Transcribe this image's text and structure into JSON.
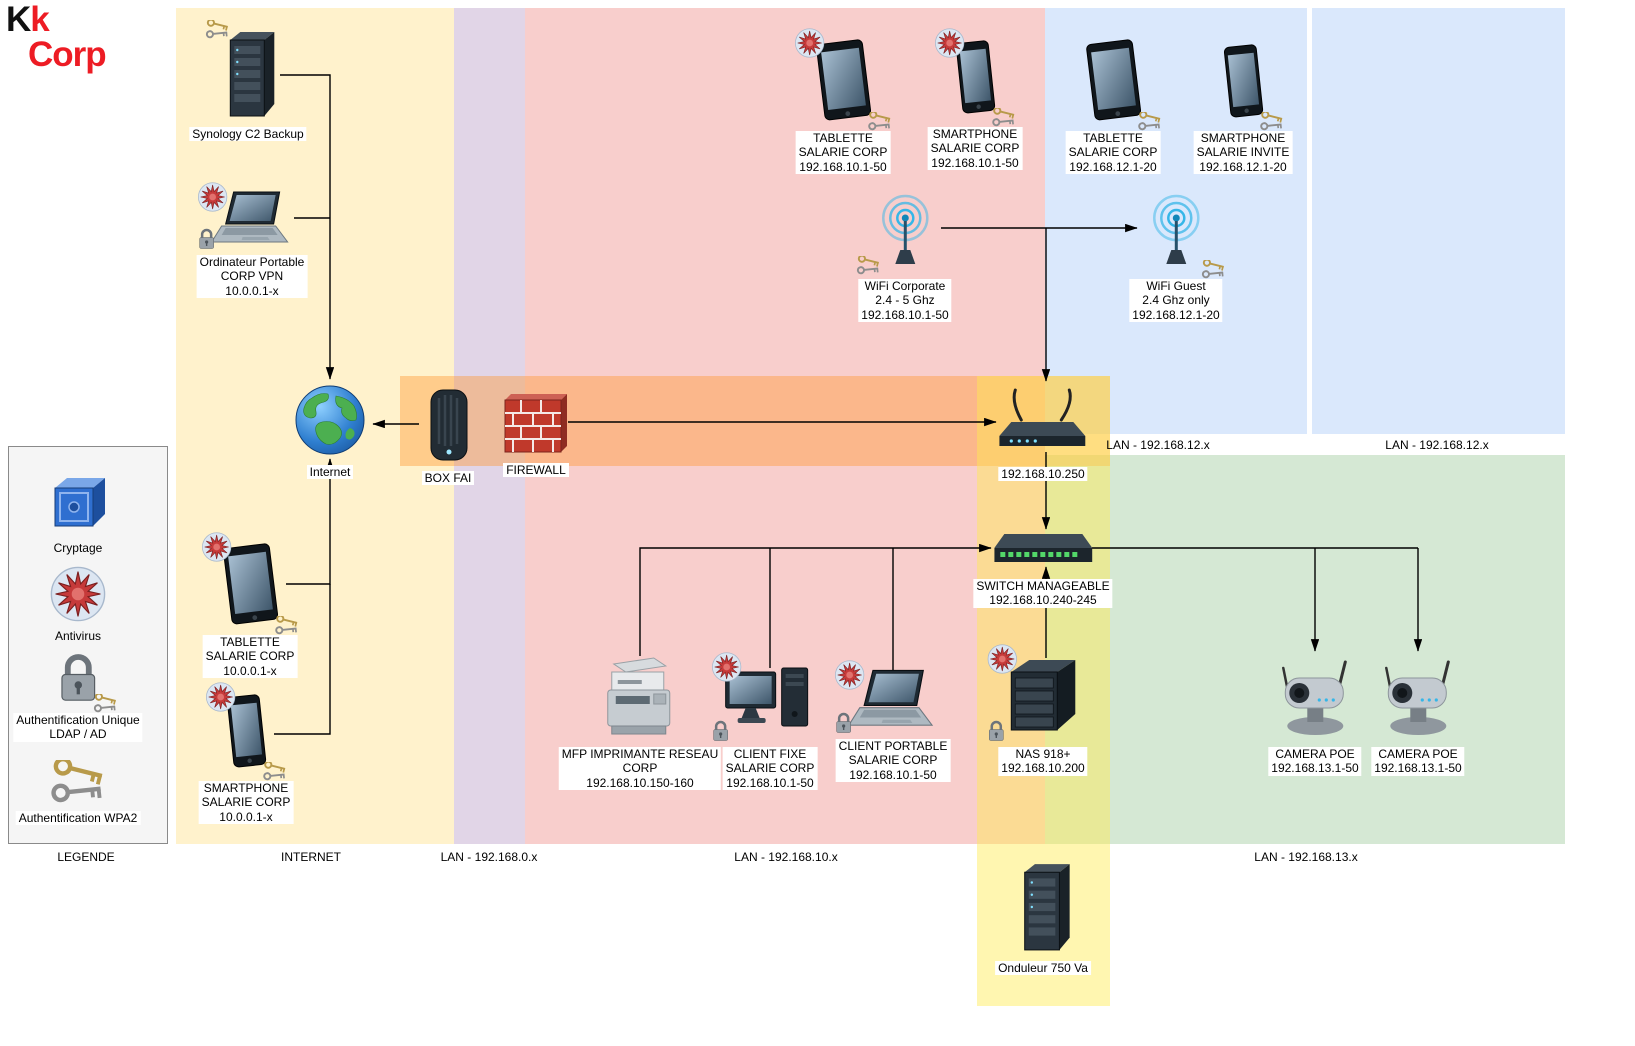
{
  "logo": {
    "k1": "K",
    "k2": "k",
    "corp": "Corp"
  },
  "zones": {
    "legend": {
      "label": "LEGENDE"
    },
    "internet": {
      "label": "INTERNET"
    },
    "lan0": {
      "label": "LAN - 192.168.0.x"
    },
    "lan10": {
      "label": "LAN - 192.168.10.x"
    },
    "lan12_top": {
      "label": "LAN - 192.168.12.x"
    },
    "lan12_right": {
      "label": "LAN - 192.168.12.x"
    },
    "lan13": {
      "label": "LAN - 192.168.13.x"
    }
  },
  "devices": {
    "synology": {
      "label": "Synology C2 Backup",
      "icon": "server-rack-icon"
    },
    "laptop_vpn": {
      "label": "Ordinateur Portable\nCORP VPN\n10.0.0.1-x",
      "icon": "laptop-icon"
    },
    "internet": {
      "label": "Internet",
      "icon": "globe-icon"
    },
    "tablet_inet": {
      "label": "TABLETTE\nSALARIE CORP\n10.0.0.1-x",
      "icon": "tablet-icon"
    },
    "phone_inet": {
      "label": "SMARTPHONE\nSALARIE CORP\n10.0.0.1-x",
      "icon": "smartphone-icon"
    },
    "box_fai": {
      "label": "BOX FAI",
      "icon": "modem-box-icon"
    },
    "firewall": {
      "label": "FIREWALL",
      "icon": "firewall-brick-icon"
    },
    "tablet_corp": {
      "label": "TABLETTE\nSALARIE CORP\n192.168.10.1-50",
      "icon": "tablet-icon"
    },
    "phone_corp": {
      "label": "SMARTPHONE\nSALARIE CORP\n192.168.10.1-50",
      "icon": "smartphone-icon"
    },
    "wifi_corp": {
      "label": "WiFi Corporate\n2.4 - 5 Ghz\n192.168.10.1-50",
      "icon": "wifi-antenna-icon"
    },
    "tablet_guest": {
      "label": "TABLETTE\nSALARIE CORP\n192.168.12.1-20",
      "icon": "tablet-icon"
    },
    "phone_guest": {
      "label": "SMARTPHONE\nSALARIE INVITE\n192.168.12.1-20",
      "icon": "smartphone-icon"
    },
    "wifi_guest": {
      "label": "WiFi Guest\n2.4 Ghz only\n192.168.12.1-20",
      "icon": "wifi-antenna-icon"
    },
    "router": {
      "label": "192.168.10.250",
      "icon": "router-icon"
    },
    "switch": {
      "label": "SWITCH MANAGEABLE\n192.168.10.240-245",
      "icon": "switch-icon"
    },
    "mfp": {
      "label": "MFP IMPRIMANTE RESEAU\nCORP\n192.168.10.150-160",
      "icon": "printer-icon"
    },
    "client_fixe": {
      "label": "CLIENT FIXE\nSALARIE CORP\n192.168.10.1-50",
      "icon": "desktop-icon"
    },
    "client_portable": {
      "label": "CLIENT PORTABLE\nSALARIE CORP\n192.168.10.1-50",
      "icon": "laptop-icon"
    },
    "nas": {
      "label": "NAS 918+\n192.168.10.200",
      "icon": "nas-icon"
    },
    "camera1": {
      "label": "CAMERA POE\n192.168.13.1-50",
      "icon": "camera-icon"
    },
    "camera2": {
      "label": "CAMERA POE\n192.168.13.1-50",
      "icon": "camera-icon"
    },
    "onduleur": {
      "label": "Onduleur 750 Va",
      "icon": "server-rack-icon"
    }
  },
  "legend": {
    "cryptage": {
      "label": "Cryptage",
      "icon": "safe-icon"
    },
    "antivirus": {
      "label": "Antivirus",
      "icon": "antivirus-starburst-icon"
    },
    "ldap": {
      "label": "Authentification Unique\nLDAP / AD",
      "icon": "lock-icon"
    },
    "wpa2": {
      "label": "Authentification WPA2",
      "icon": "keys-icon"
    }
  },
  "colors": {
    "zone_internet": "#fff2cc",
    "zone_lan0": "#e1d5e7",
    "zone_lan10": "#f8cecc",
    "zone_lan12": "#dae8fc",
    "zone_lan13": "#d5e8d4",
    "band_wan": "#ff9933",
    "band_power": "#ffeb50",
    "legend_bg": "#f5f5f5",
    "logo_red": "#ed1c24",
    "line": "#000000"
  }
}
